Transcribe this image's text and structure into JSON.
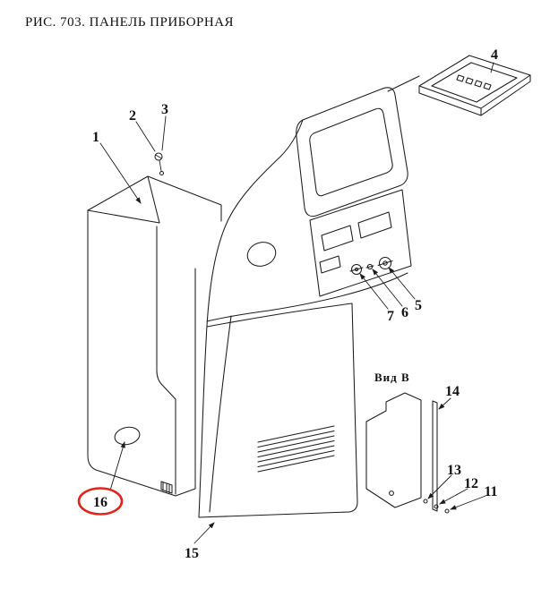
{
  "figure": {
    "title": "РИС. 703. ПАНЕЛЬ ПРИБОРНАЯ",
    "view_label": "Вид В",
    "line_color": "#1c1c1c",
    "highlight_color": "#e3241d",
    "background": "#ffffff",
    "callouts": [
      {
        "id": "1"
      },
      {
        "id": "2"
      },
      {
        "id": "3"
      },
      {
        "id": "4"
      },
      {
        "id": "5"
      },
      {
        "id": "6"
      },
      {
        "id": "7"
      },
      {
        "id": "11"
      },
      {
        "id": "12"
      },
      {
        "id": "13"
      },
      {
        "id": "14"
      },
      {
        "id": "15"
      },
      {
        "id": "16",
        "highlighted": true
      }
    ]
  }
}
